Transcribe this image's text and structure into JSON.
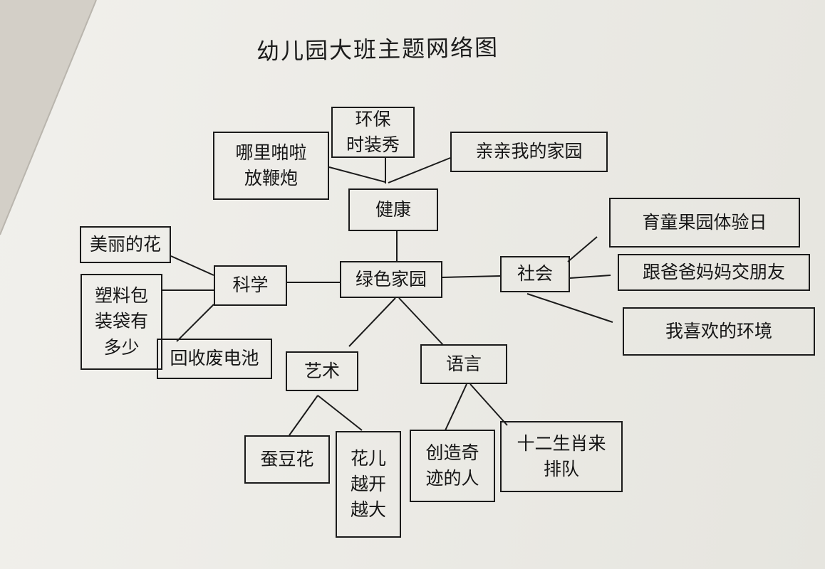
{
  "title": "幼儿园大班主题网络图",
  "center": "绿色家园",
  "nodes": {
    "health": "健康",
    "science": "科学",
    "social": "社会",
    "art": "艺术",
    "language": "语言",
    "health_1": "哪里啪啦\n放鞭炮",
    "health_2": "环保\n时装秀",
    "health_3": "亲亲我的家园",
    "science_1": "美丽的花",
    "science_2": "塑料包\n装袋有\n多少",
    "science_3": "回收废电池",
    "social_1": "育童果园体验日",
    "social_2": "跟爸爸妈妈交朋友",
    "social_3": "我喜欢的环境",
    "art_1": "蚕豆花",
    "art_2": "花儿\n越开\n越大",
    "language_1": "创造奇\n迹的人",
    "language_2": "十二生肖来\n排队"
  }
}
